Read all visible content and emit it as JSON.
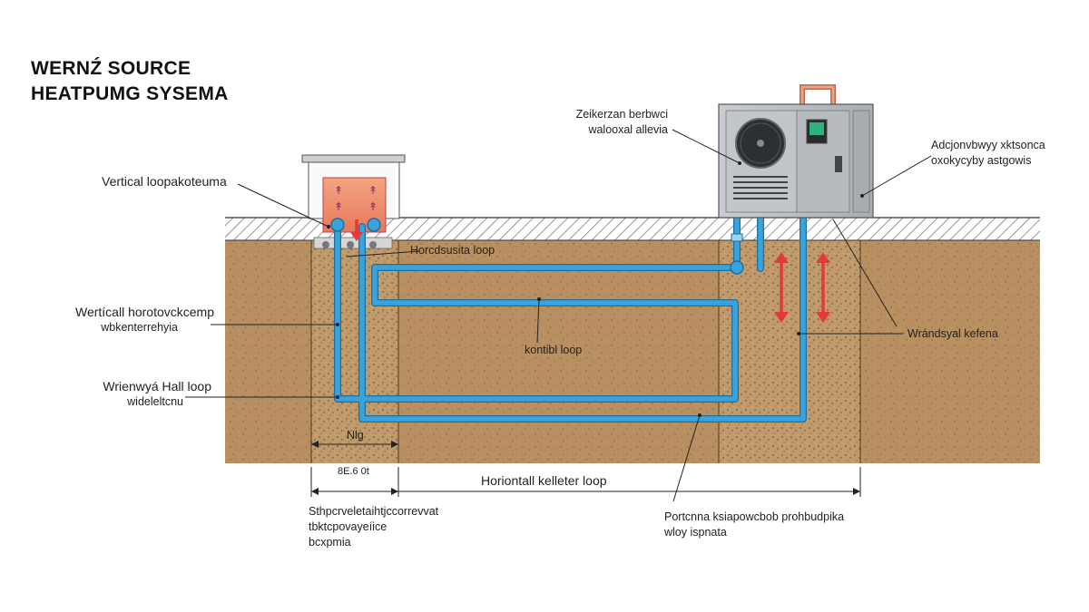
{
  "title": {
    "line1": "WERNŹ SOURCE",
    "line2": "HEATPUMG SYSEMA"
  },
  "labels": {
    "vertical_loop": "Vertical loopakoteuma",
    "horizontal_loop_top": "Horcdsusita loop",
    "vertical_horizontal_1": "Wertícall horotovckcemp",
    "vertical_horizontal_2": "wbkenterrehyia",
    "wrienwya_loop_1": "Wrienwyá Hall loop",
    "wrienwya_loop_2": "wideleltcnu",
    "kontibl_loop": "kontibl loop",
    "nlg": "Nlg",
    "dimension": "8E.6 0t",
    "horizontal_collector": "Horiontall kelleter loop",
    "bottom_left_1": "Sthpcrveletaihtjccorrevvat",
    "bottom_left_2": "tbktcpovayeíice",
    "bottom_left_3": "bcxpmia",
    "bottom_right_1": "Portcnna ksiapowcbob prohbudpika",
    "bottom_right_2": "wloy ispnata",
    "unit_top_1": "Zeikerzan berbwci",
    "unit_top_2": "walooxal allevia",
    "unit_right_1": "Adcjonvbwyy xktsonca",
    "unit_right_2": "oxokycyby astgowis",
    "ground_label": "Wrándsyal kefena"
  },
  "colors": {
    "soil": "#b88f60",
    "pipe": "#3aa3dc",
    "arrow": "#e53935",
    "unit": "#b9bec3",
    "display": "#2fb27d"
  }
}
